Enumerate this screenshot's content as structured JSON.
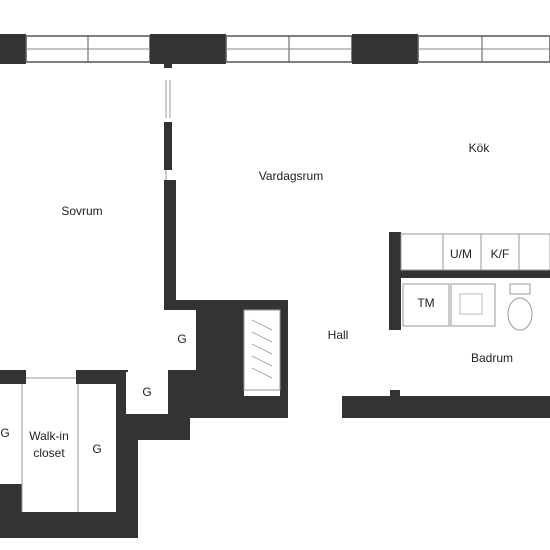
{
  "colors": {
    "wall": "#333333",
    "window_frame": "#555555",
    "fixture_line": "#999999",
    "background": "#ffffff"
  },
  "rooms": {
    "vardagsrum": "Vardagsrum",
    "kok": "Kök",
    "sovrum": "Sovrum",
    "hall": "Hall",
    "badrum": "Badrum",
    "walkin_line1": "Walk-in",
    "walkin_line2": "closet"
  },
  "fixtures": {
    "um": "U/M",
    "kf": "K/F",
    "tm": "TM",
    "g_sovrum": "G",
    "g_hall": "G",
    "g_walkin_left": "G",
    "g_walkin_right": "G"
  }
}
